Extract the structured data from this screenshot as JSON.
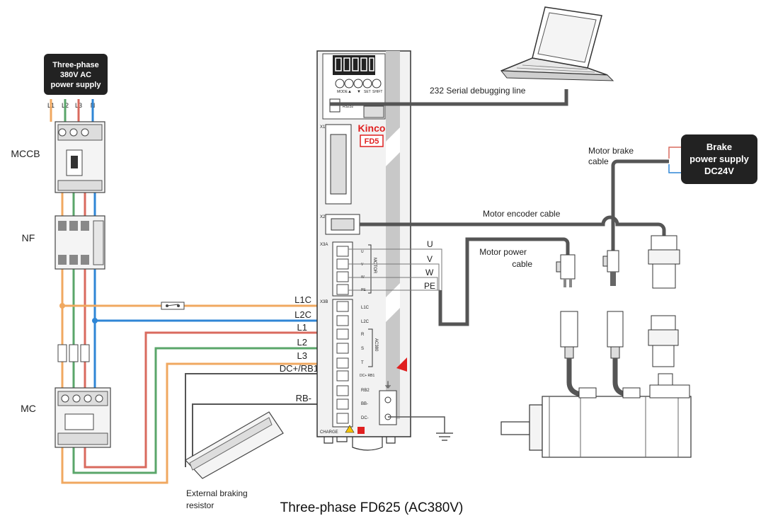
{
  "power_supply": {
    "line1": "Three-phase",
    "line2": "380V AC",
    "line3": "power supply"
  },
  "phase_terminals": [
    "L1",
    "L2",
    "L3",
    "N"
  ],
  "components": {
    "mccb": "MCCB",
    "nf": "NF",
    "mc": "MC"
  },
  "drive": {
    "brand": "Kinco",
    "model": "FD5",
    "ports": {
      "x1": "X1",
      "x2": "X2",
      "x3a": "X3A",
      "x3b": "X3B"
    },
    "rs232": "RS232",
    "charge": "CHARGE",
    "buttons": [
      "MODE",
      "▲",
      "▼",
      "SET",
      "SHIFT"
    ],
    "x3a_pins": [
      "U",
      "V",
      "W",
      "PE"
    ],
    "motor_tag": "MOTOR",
    "x3b_pins": [
      "L1C",
      "L2C",
      "R",
      "S",
      "T",
      "DC+ RB1",
      "RB2",
      "BB-",
      "DC-"
    ],
    "ac_tag": "AC380"
  },
  "wire_labels": {
    "l1c": "L1C",
    "l2c": "L2C",
    "l1": "L1",
    "l2": "L2",
    "l3": "L3",
    "dcplus_rb1": "DC+/RB1",
    "rb_minus": "RB-",
    "u": "U",
    "v": "V",
    "w": "W",
    "pe": "PE"
  },
  "cable_labels": {
    "serial": "232 Serial debugging line",
    "encoder": "Motor encoder cable",
    "brake_line1": "Motor brake",
    "brake_line2": "cable",
    "power_line1": "Motor power",
    "power_line2": "cable"
  },
  "brake_supply": {
    "line1": "Brake",
    "line2": "power supply",
    "line3": "DC24V"
  },
  "resistor": {
    "line1": "External braking",
    "line2": "resistor"
  },
  "title": "Three-phase FD625 (AC380V)",
  "colors": {
    "l1": "#d96a5e",
    "l2": "#5aa66a",
    "l3": "#f0a860",
    "n": "#2f86d6",
    "cable": "#555555",
    "brand_red": "#e02020",
    "box": "#222222"
  }
}
